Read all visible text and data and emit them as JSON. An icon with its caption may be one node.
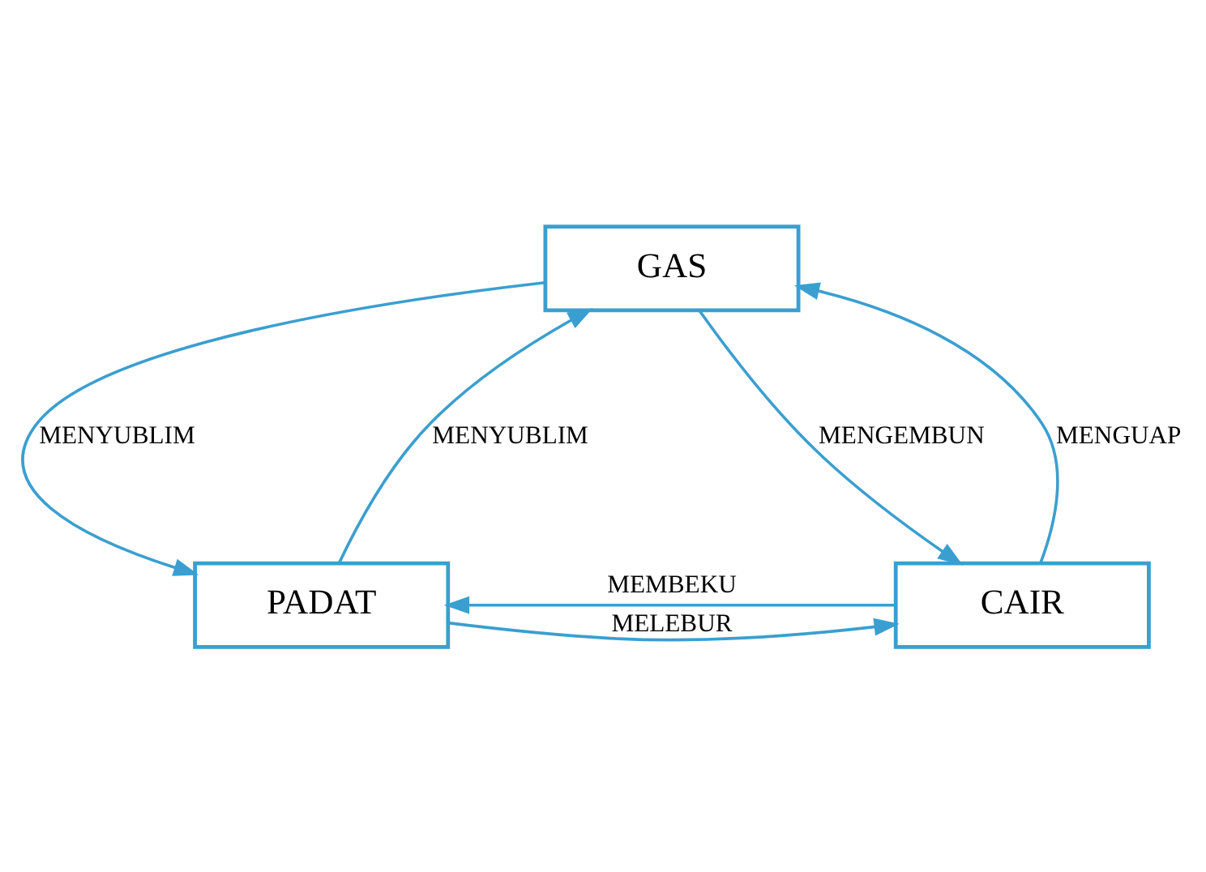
{
  "diagram": {
    "nodes": [
      {
        "text": [
          "GAS"
        ]
      },
      {
        "text": [
          "PADAT"
        ]
      },
      {
        "text": [
          "CAIR"
        ]
      }
    ],
    "edges": [
      {
        "from": 0,
        "to": 1,
        "arrow": "to",
        "label": "MENYUBLIM"
      },
      {
        "from": 1,
        "to": 0,
        "arrow": "to",
        "label": "MENYUBLIM"
      },
      {
        "from": 2,
        "to": 0,
        "arrow": "to",
        "label": "MENGUAP"
      },
      {
        "from": 0,
        "to": 2,
        "arrow": "to",
        "label": "MENGEMBUN"
      },
      {
        "from": 1,
        "to": 2,
        "arrow": "to",
        "label": "MELEBUR"
      },
      {
        "from": 2,
        "to": 1,
        "arrow": "to",
        "label": "MEMBEKU"
      }
    ]
  }
}
